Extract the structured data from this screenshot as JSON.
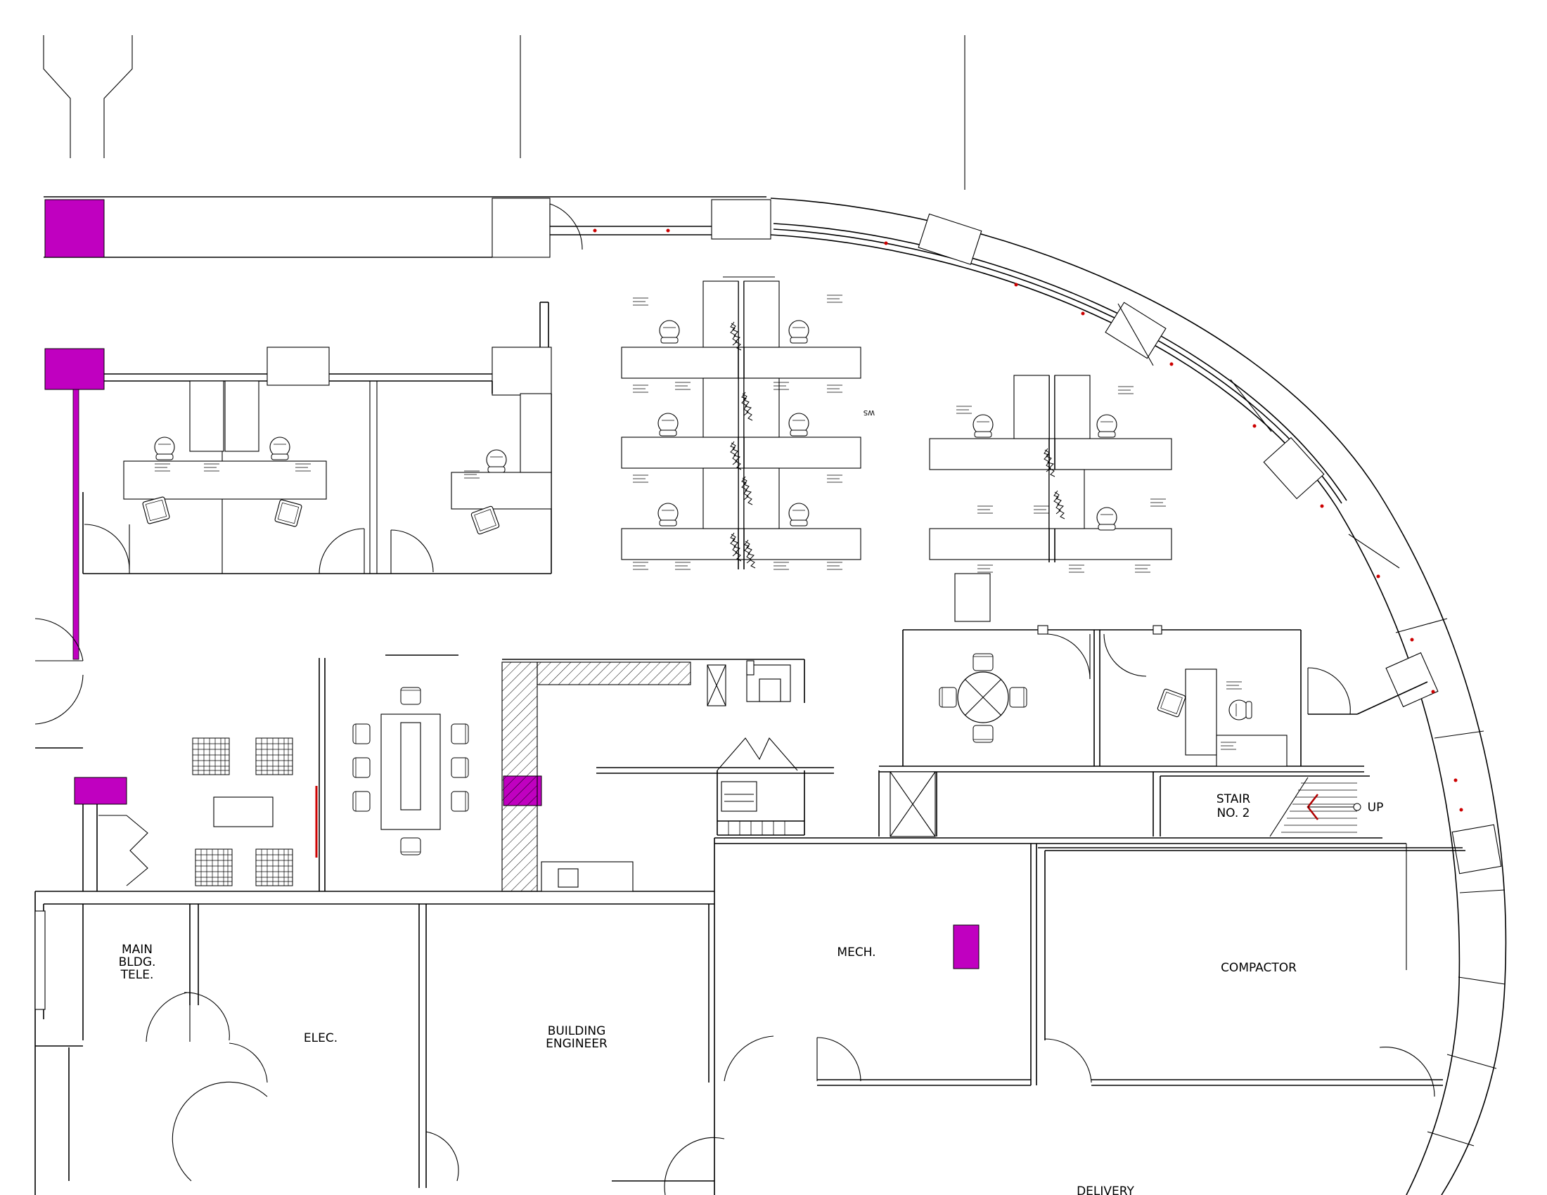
{
  "colors": {
    "line": "#000000",
    "background": "#ffffff",
    "column_fill": "#c000c0",
    "window_marker": "#cc0000",
    "stair_arrow": "#b00000"
  },
  "rooms": {
    "main_bldg_tele_line1": "MAIN",
    "main_bldg_tele_line2": "BLDG.",
    "main_bldg_tele_line3": "TELE.",
    "elec": "ELEC.",
    "building_engineer_line1": "BUILDING",
    "building_engineer_line2": "ENGINEER",
    "mech": "MECH.",
    "compactor": "COMPACTOR",
    "stair_line1": "STAIR",
    "stair_line2": "NO. 2",
    "up": "UP",
    "ws": "WS",
    "delivery": "DELIVERY"
  },
  "icons": {
    "workstation": "workstation-cluster-icon",
    "chair": "office-chair-icon",
    "door": "door-swing-icon",
    "column": "structural-column-icon",
    "elevator": "elevator-shaft-icon",
    "stair": "stair-arrow-icon"
  }
}
